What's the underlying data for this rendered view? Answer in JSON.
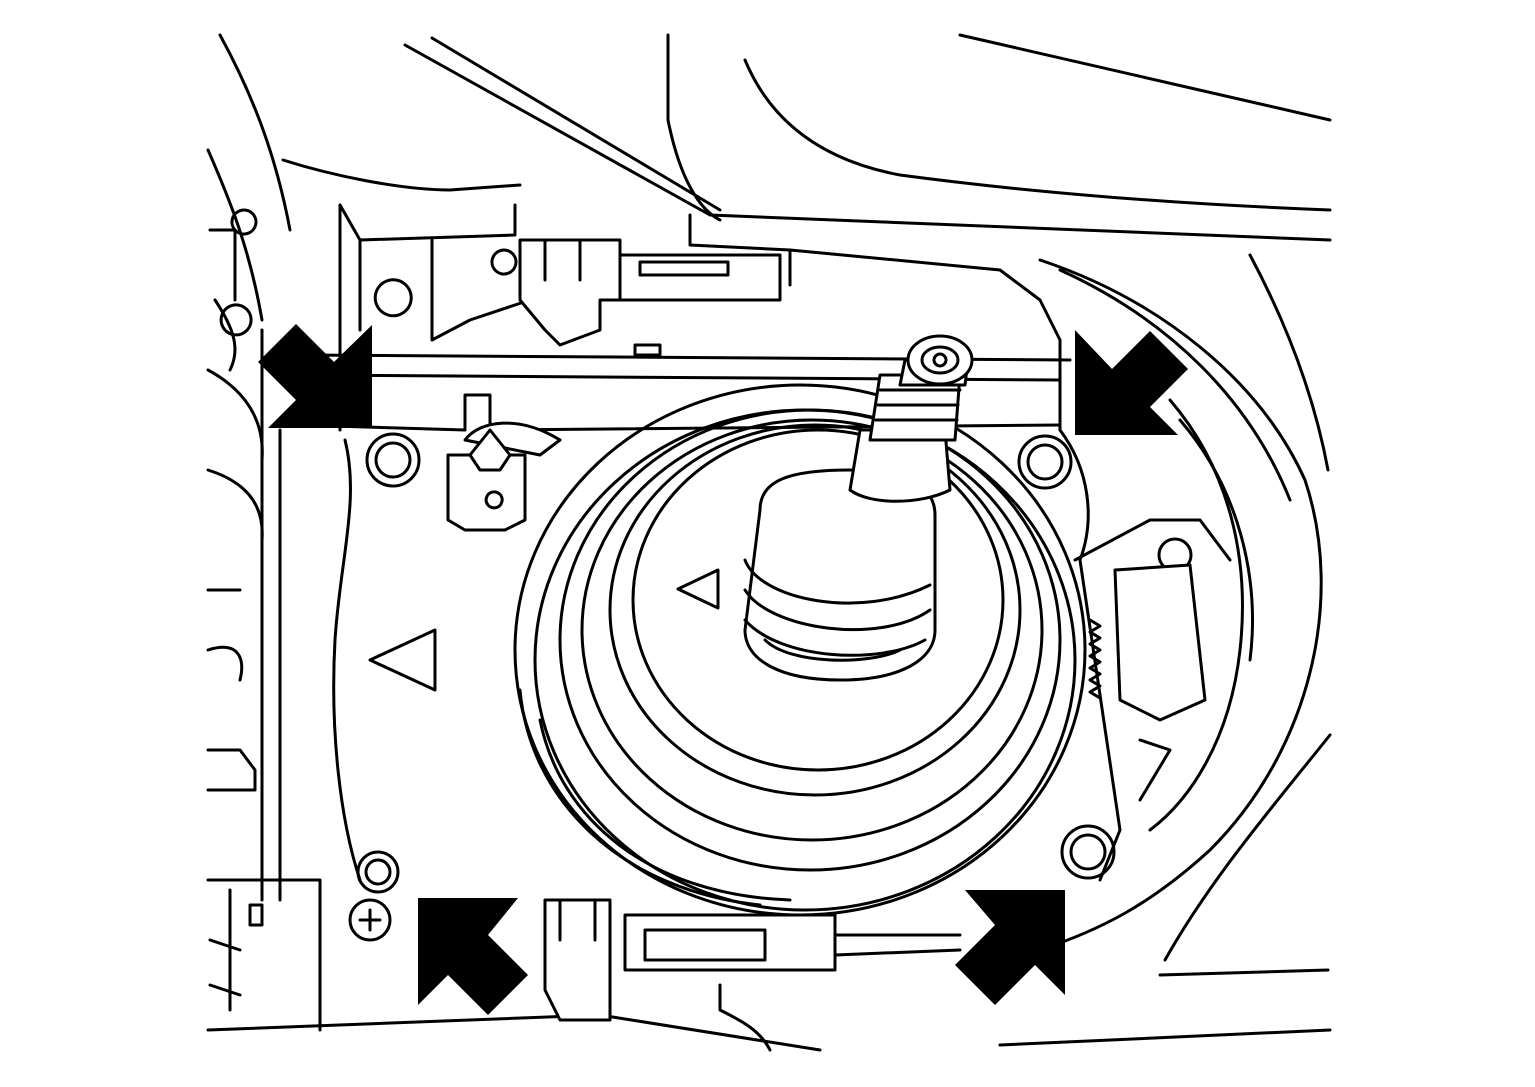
{
  "figure": {
    "kind": "technical-line-drawing",
    "subject": "shifter-boot-and-base-assembly",
    "colors": {
      "line": "#000000",
      "background": "#ffffff",
      "arrow": "#000000"
    },
    "callouts": [
      {
        "id": "top-left",
        "points_toward": "down-right",
        "target": "upper-left-mounting-bolt"
      },
      {
        "id": "top-right",
        "points_toward": "down-left",
        "target": "upper-right-mounting-bolt"
      },
      {
        "id": "bottom-left",
        "points_toward": "up-left",
        "target": "lower-left-mounting-bolt"
      },
      {
        "id": "bottom-right",
        "points_toward": "up-right",
        "target": "lower-right-mounting-bolt"
      }
    ]
  }
}
